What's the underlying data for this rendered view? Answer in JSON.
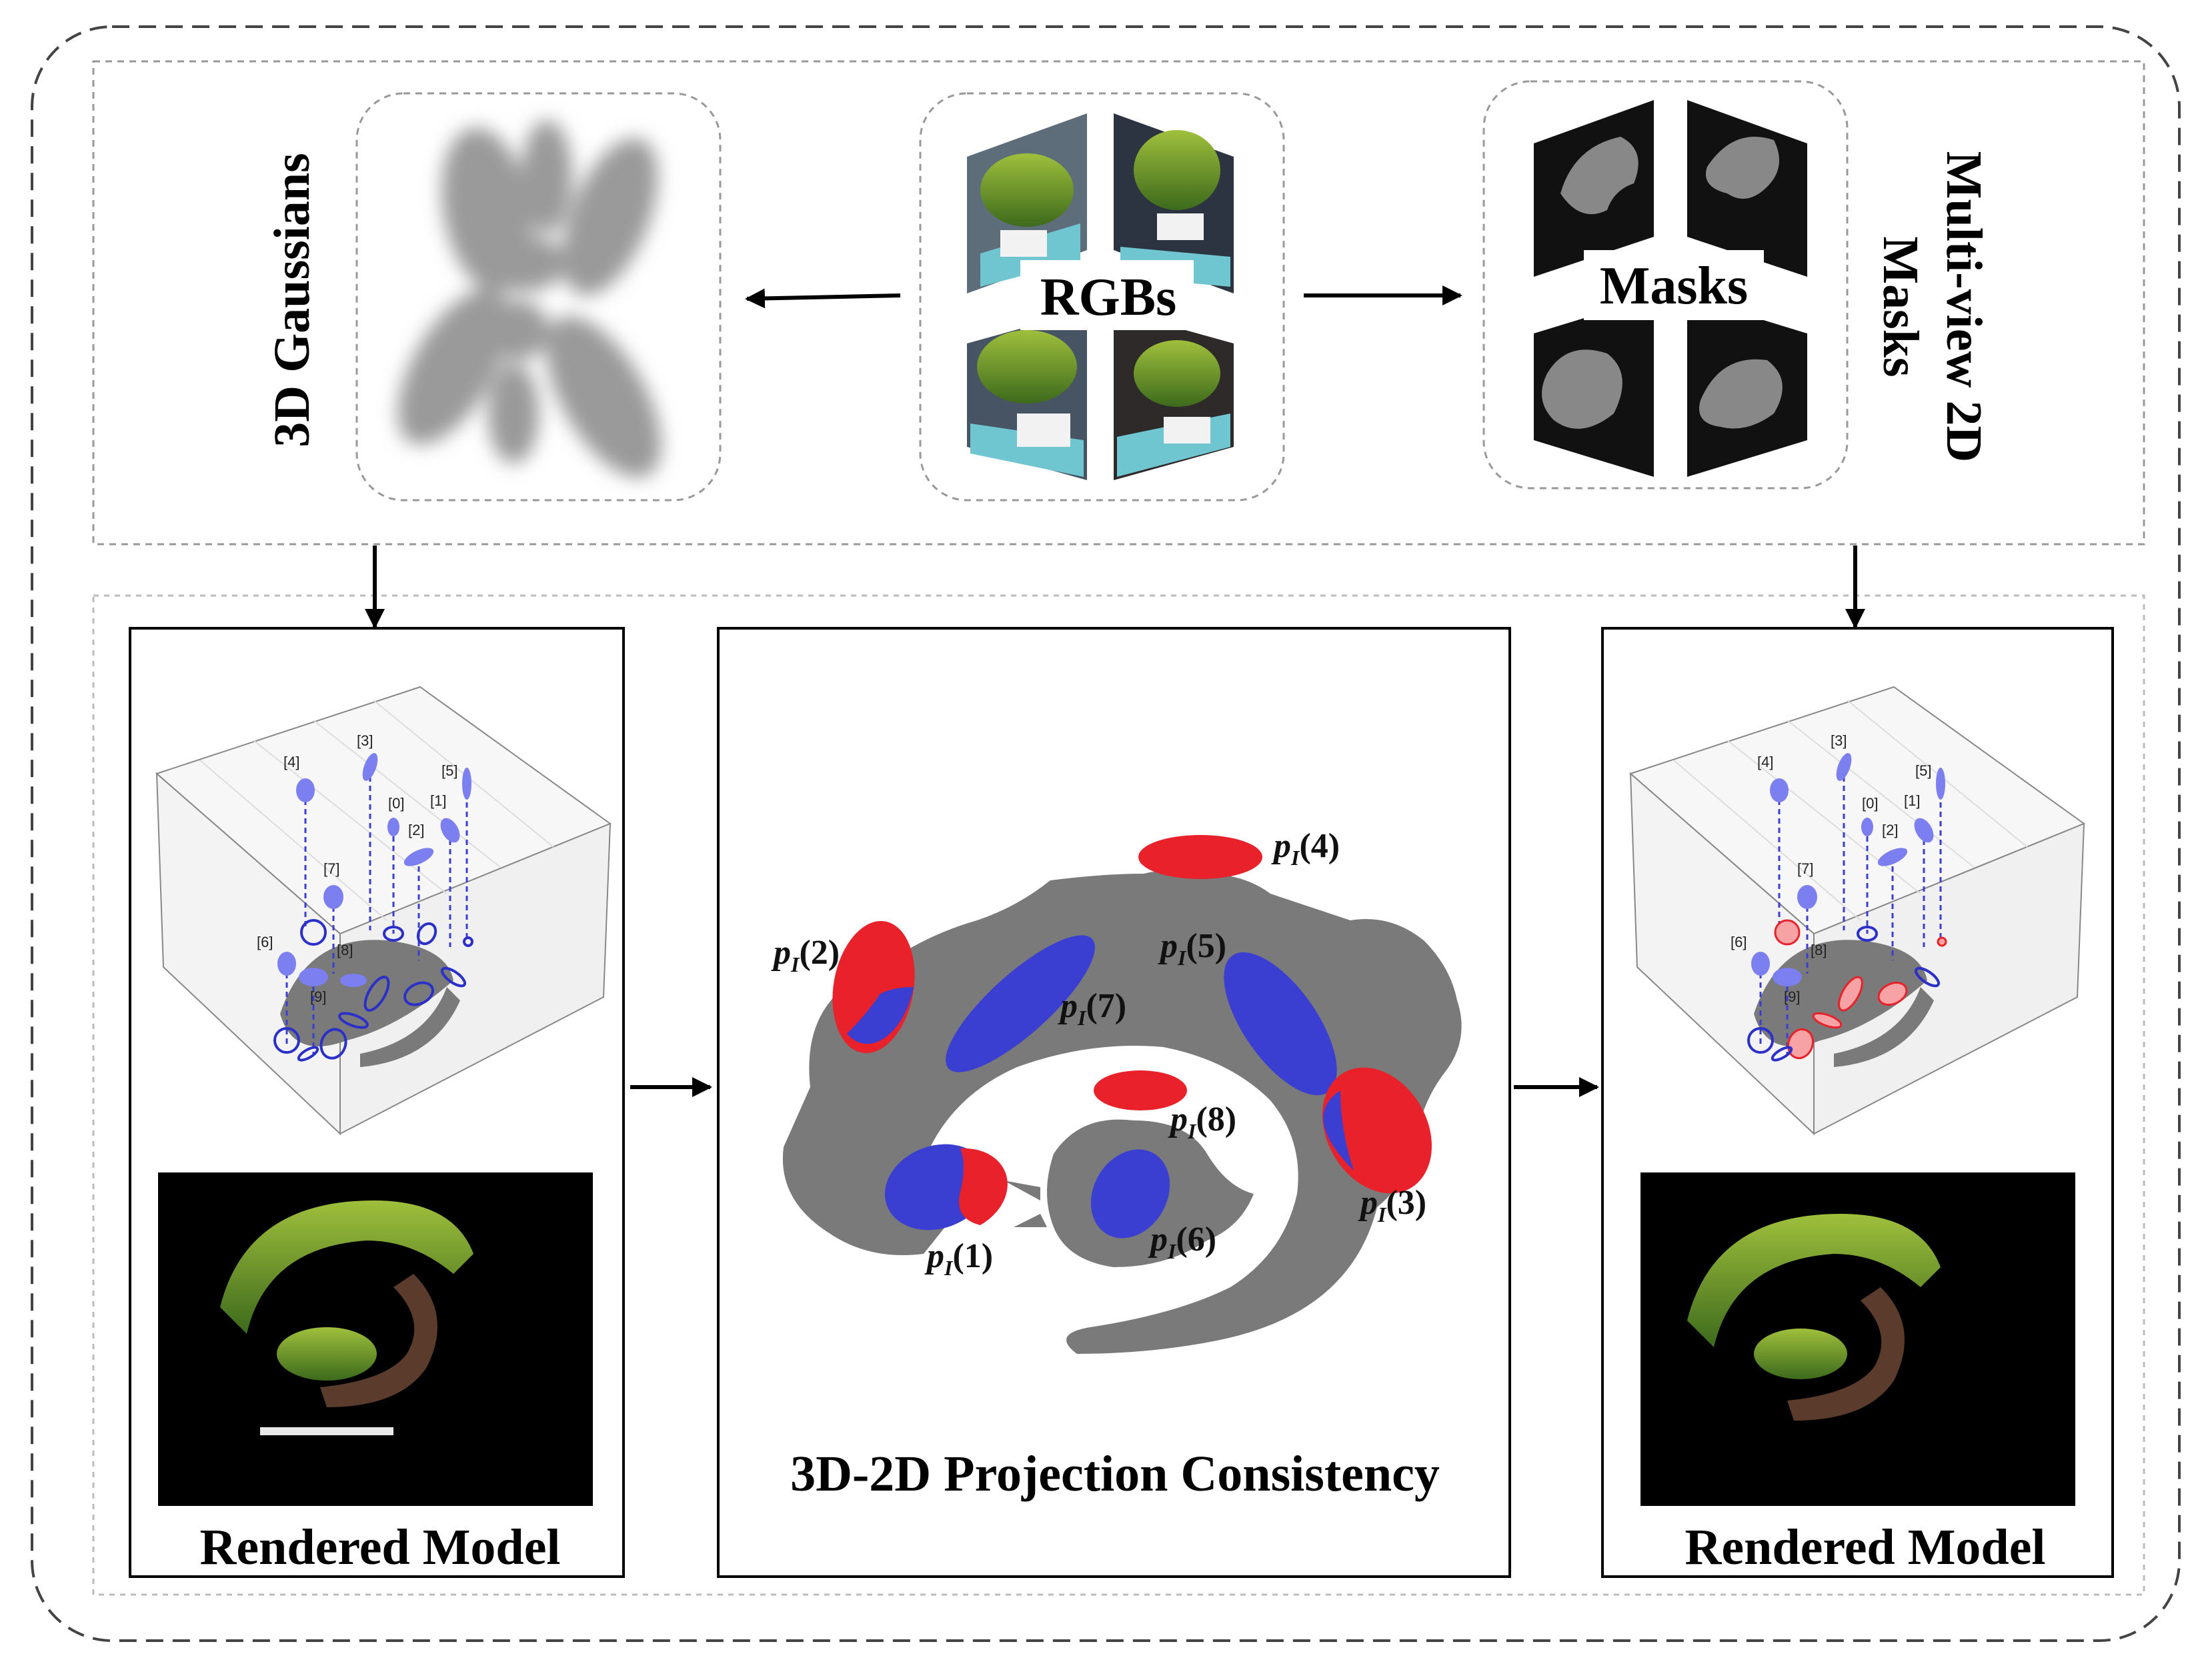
{
  "top": {
    "gaussians_label": "3D Gaussians",
    "rgbs_label": "RGBs",
    "masks_label": "Masks",
    "multiview_line1": "Multi-view 2D",
    "multiview_line2": "Masks"
  },
  "bottom": {
    "left_caption": "Rendered Model",
    "center_caption": "3D-2D Projection Consistency",
    "right_caption": "Rendered Model"
  },
  "plot_labels": [
    "[4]",
    "[3]",
    "[0]",
    "[5]",
    "[1]",
    "[2]",
    "[7]",
    "[6]",
    "[8]",
    "[9]"
  ],
  "projection_labels": [
    {
      "var": "p",
      "sub": "I",
      "num": "(1)"
    },
    {
      "var": "p",
      "sub": "I",
      "num": "(2)"
    },
    {
      "var": "p",
      "sub": "I",
      "num": "(3)"
    },
    {
      "var": "p",
      "sub": "I",
      "num": "(4)"
    },
    {
      "var": "p",
      "sub": "I",
      "num": "(5)"
    },
    {
      "var": "p",
      "sub": "I",
      "num": "(6)"
    },
    {
      "var": "p",
      "sub": "I",
      "num": "(7)"
    },
    {
      "var": "p",
      "sub": "I",
      "num": "(8)"
    }
  ],
  "colors": {
    "gaussian_blue": "#3a3fd1",
    "gaussian_light_blue": "#7b7ff0",
    "inconsistent_red": "#e8212a",
    "mask_gray": "#7a7a7a",
    "gaussian_gray": "#9a9a9a"
  },
  "icons": [
    "right-arrow-icon",
    "left-arrow-icon",
    "down-arrow-icon",
    "plant-photo-icon",
    "mask-panel-icon"
  ]
}
